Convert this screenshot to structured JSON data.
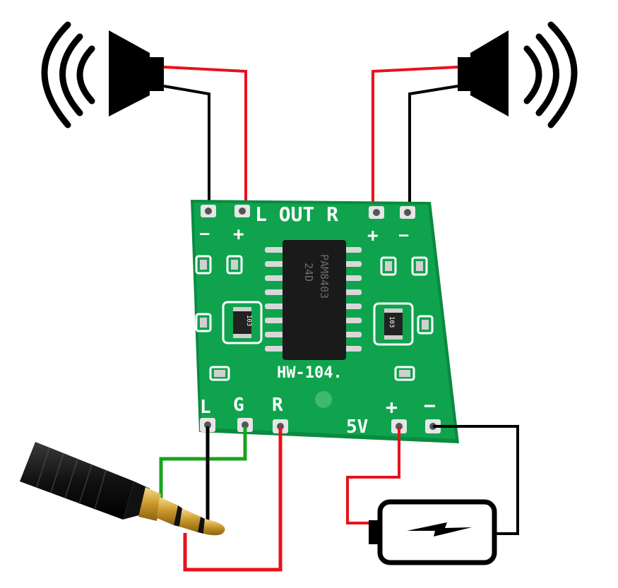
{
  "diagram": {
    "board": {
      "output_label": "L OUT R",
      "model": "HW-104.",
      "chip_line1": "PAM8403",
      "chip_line2": "24D",
      "res_left": "103",
      "res_right": "103",
      "input_labels": {
        "left": "L",
        "ground": "G",
        "right": "R"
      },
      "power_label": "5V",
      "pin_signs": {
        "plus": "+",
        "minus": "−",
        "dash": "—"
      }
    },
    "colors": {
      "board": "#0fa34e",
      "board_dark": "#0b8a40",
      "silk": "#ffffff",
      "chip": "#1a1a1a",
      "wire_red": "#e8121c",
      "wire_black": "#000000",
      "wire_green": "#17a21d",
      "pad": "#c8c8c8",
      "gold": "#d4a63a"
    },
    "icons": [
      "speaker-left-icon",
      "speaker-right-icon",
      "audio-jack-icon",
      "battery-icon",
      "lightning-icon"
    ]
  }
}
